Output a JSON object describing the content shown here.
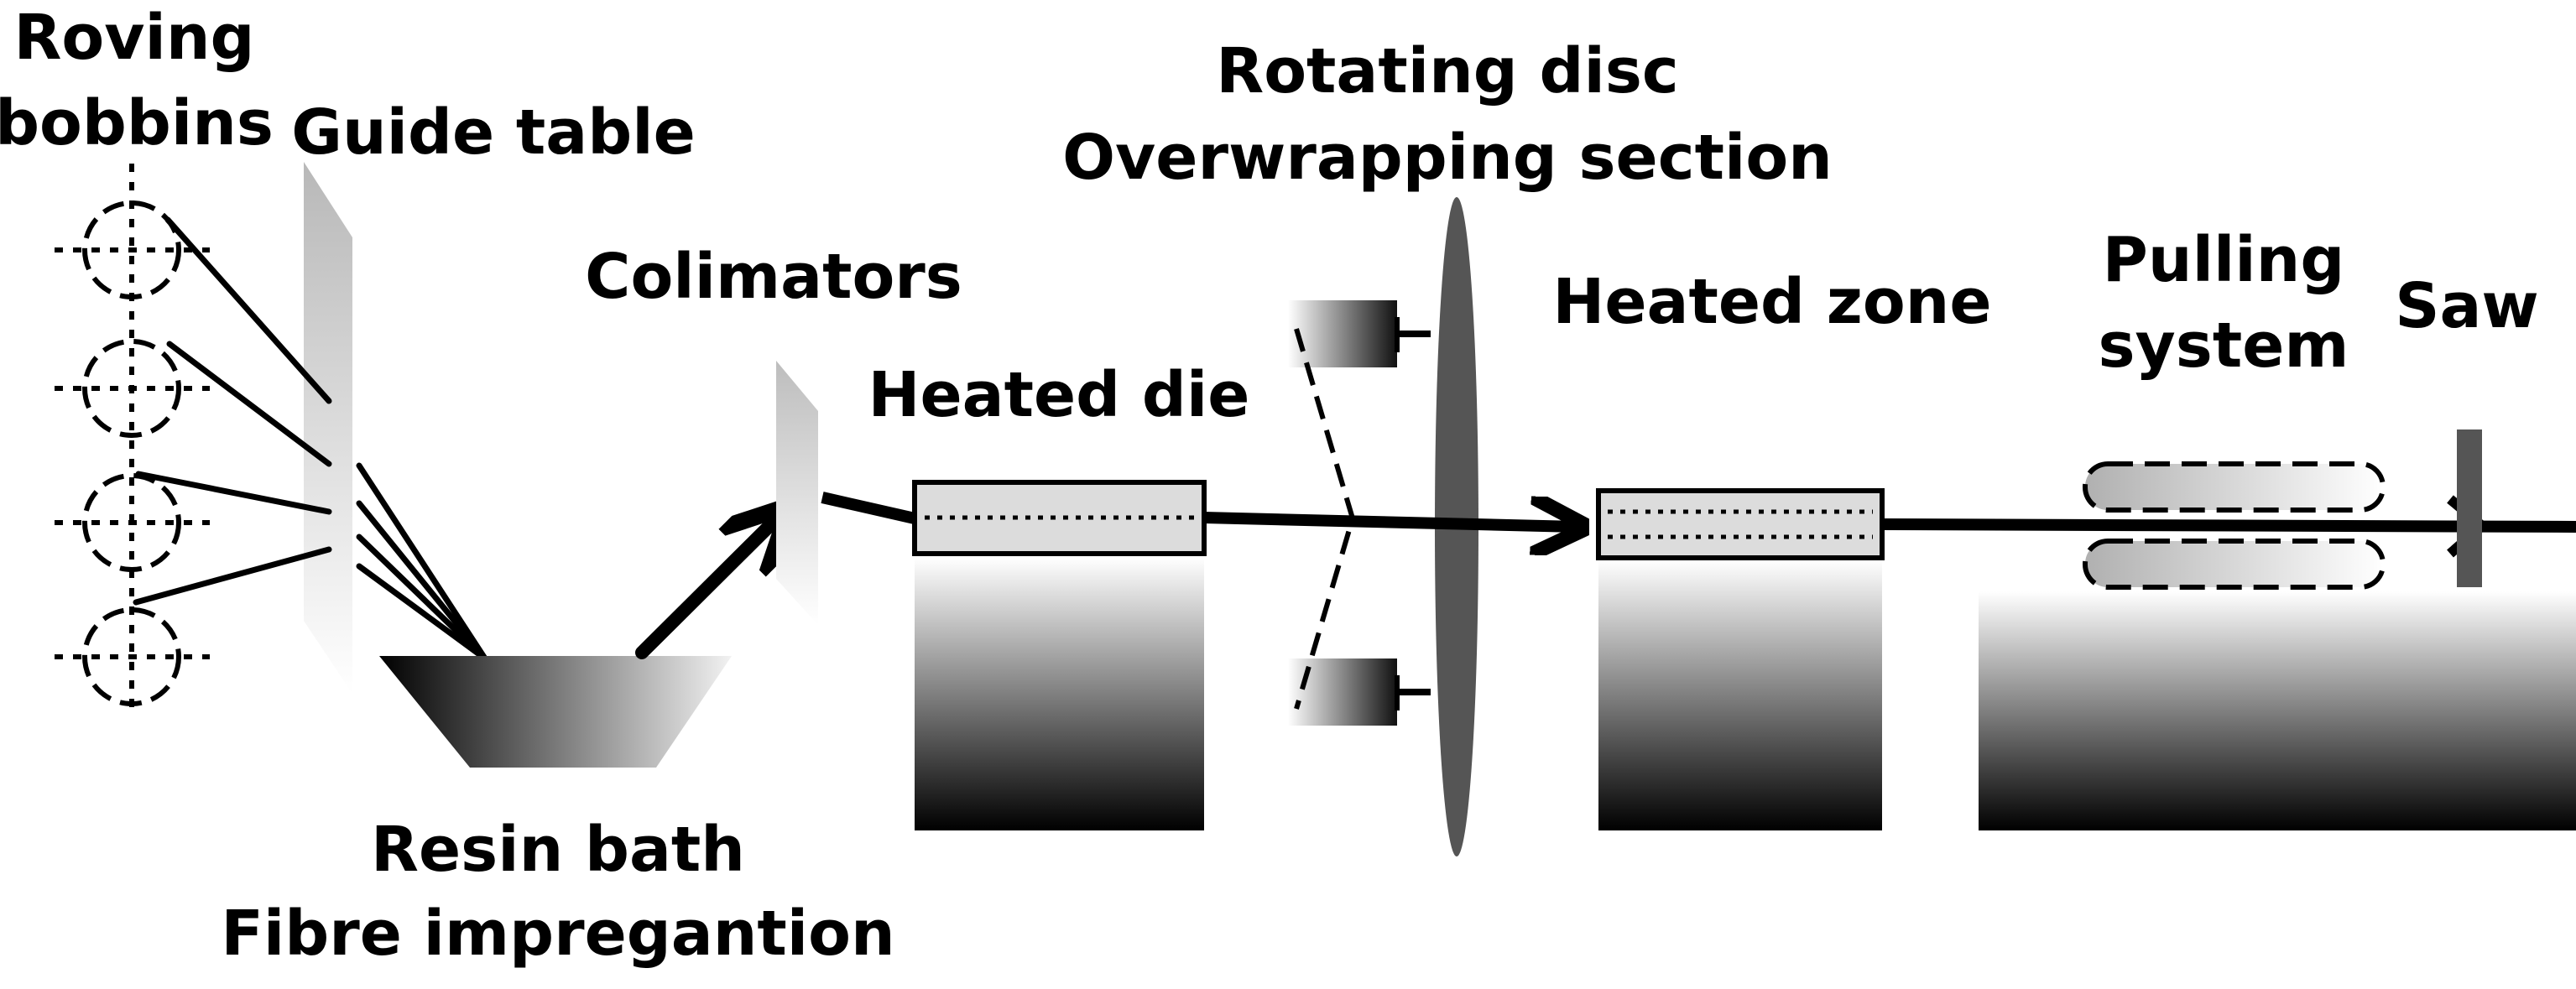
{
  "labels": {
    "roving_bobbins": [
      "Roving",
      "bobbins"
    ],
    "guide_table": "Guide table",
    "colimators": "Colimators",
    "resin_bath": [
      "Resin bath",
      "Fibre impregantion"
    ],
    "heated_die": "Heated die",
    "rotating_disc": [
      "Rotating disc",
      "Overwrapping section"
    ],
    "heated_zone": "Heated zone",
    "pulling_system": [
      "Pulling",
      "system"
    ],
    "saw": "Saw"
  },
  "colors": {
    "ink": "#000000",
    "light_gray": "#dcdcdc",
    "disc": "#555555",
    "saw": "#555555"
  }
}
